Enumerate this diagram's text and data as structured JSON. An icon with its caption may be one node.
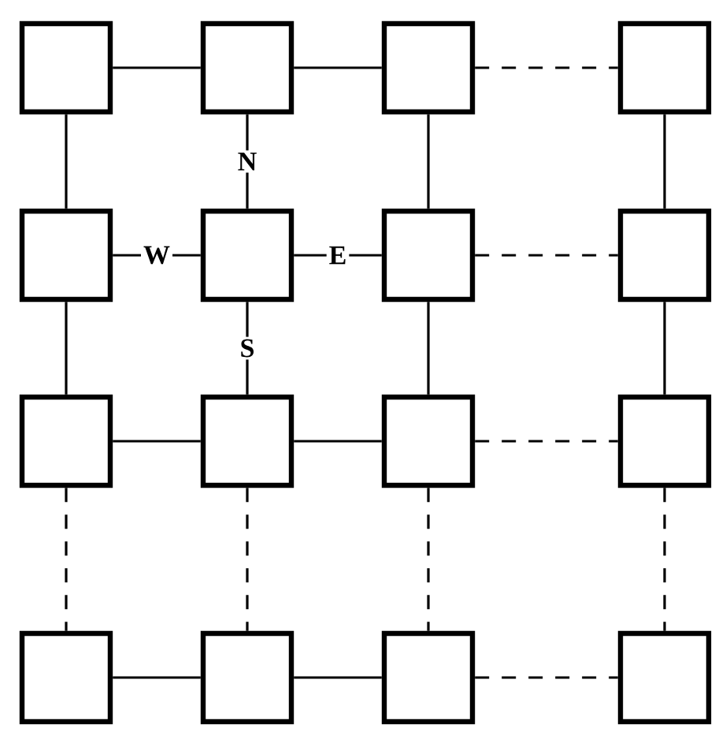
{
  "diagram": {
    "nodes": [
      {
        "text": [],
        "shape": "box"
      },
      {
        "text": [],
        "shape": "box"
      },
      {
        "text": [],
        "shape": "box"
      },
      {
        "text": [],
        "shape": "box"
      },
      {
        "text": [],
        "shape": "box"
      },
      {
        "text": [],
        "shape": "box"
      },
      {
        "text": [],
        "shape": "box"
      },
      {
        "text": [],
        "shape": "box"
      },
      {
        "text": [],
        "shape": "box"
      },
      {
        "text": [],
        "shape": "box"
      },
      {
        "text": [],
        "shape": "box"
      },
      {
        "text": [],
        "shape": "box"
      },
      {
        "text": [],
        "shape": "box"
      },
      {
        "text": [],
        "shape": "box"
      },
      {
        "text": [],
        "shape": "box"
      },
      {
        "text": [],
        "shape": "box"
      }
    ],
    "edges": [
      {
        "from": 0,
        "to": 1,
        "arrow": "none"
      },
      {
        "from": 1,
        "to": 2,
        "arrow": "none"
      },
      {
        "from": 2,
        "to": 3,
        "arrow": "none",
        "style": "dashed"
      },
      {
        "from": 4,
        "to": 5,
        "arrow": "none",
        "label": "W"
      },
      {
        "from": 5,
        "to": 6,
        "arrow": "none",
        "label": "E"
      },
      {
        "from": 6,
        "to": 7,
        "arrow": "none",
        "style": "dashed"
      },
      {
        "from": 8,
        "to": 9,
        "arrow": "none"
      },
      {
        "from": 9,
        "to": 10,
        "arrow": "none"
      },
      {
        "from": 10,
        "to": 11,
        "arrow": "none",
        "style": "dashed"
      },
      {
        "from": 12,
        "to": 13,
        "arrow": "none"
      },
      {
        "from": 13,
        "to": 14,
        "arrow": "none"
      },
      {
        "from": 14,
        "to": 15,
        "arrow": "none",
        "style": "dashed"
      },
      {
        "from": 0,
        "to": 4,
        "arrow": "none"
      },
      {
        "from": 4,
        "to": 8,
        "arrow": "none"
      },
      {
        "from": 8,
        "to": 12,
        "arrow": "none",
        "style": "dashed"
      },
      {
        "from": 1,
        "to": 5,
        "arrow": "none",
        "label": "N"
      },
      {
        "from": 5,
        "to": 9,
        "arrow": "none",
        "label": "S"
      },
      {
        "from": 9,
        "to": 13,
        "arrow": "none",
        "style": "dashed"
      },
      {
        "from": 2,
        "to": 6,
        "arrow": "none"
      },
      {
        "from": 6,
        "to": 10,
        "arrow": "none"
      },
      {
        "from": 10,
        "to": 14,
        "arrow": "none",
        "style": "dashed"
      },
      {
        "from": 3,
        "to": 7,
        "arrow": "none"
      },
      {
        "from": 7,
        "to": 11,
        "arrow": "none"
      },
      {
        "from": 11,
        "to": 15,
        "arrow": "none",
        "style": "dashed"
      }
    ]
  }
}
